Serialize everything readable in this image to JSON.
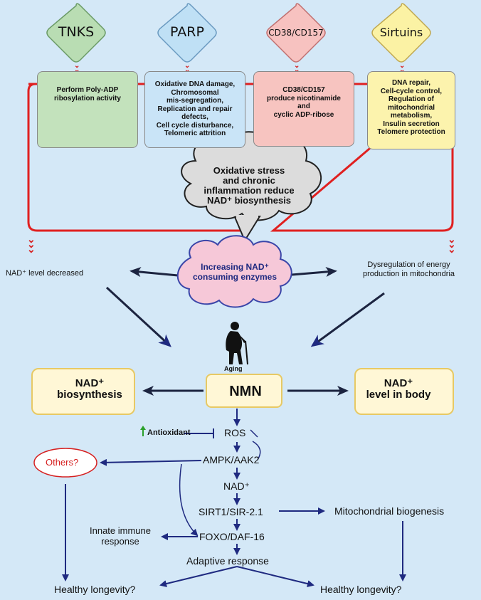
{
  "diamonds": [
    {
      "label": "TNKS",
      "fill": "#b9ddb3",
      "stroke": "#6a9a66"
    },
    {
      "label": "PARP",
      "fill": "#bfe0f5",
      "stroke": "#6a9ac0"
    },
    {
      "label": "CD38/CD157",
      "fill": "#f7c2c0",
      "stroke": "#c07070"
    },
    {
      "label": "Sirtuins",
      "fill": "#fbf2a4",
      "stroke": "#c0a850"
    }
  ],
  "boxes": [
    {
      "lines": [
        "Perform  Poly-ADP",
        "ribosylation  activity"
      ],
      "fill": "#c3e2bc"
    },
    {
      "lines": [
        "Oxidative DNA damage,",
        "Chromosomal",
        "mis-segregation,",
        "Replication and repair",
        "defects,",
        "Cell cycle disturbance,",
        "Telomeric attrition"
      ],
      "fill": "#c9e4f7"
    },
    {
      "lines": [
        "CD38/CD157",
        "produce nicotinamide",
        "and",
        "cyclic ADP-ribose"
      ],
      "fill": "#f7c4c0"
    },
    {
      "lines": [
        "DNA repair,",
        "Cell-cycle control,",
        "Regulation of",
        "mitochondrial",
        "metabolism,",
        "Insulin secretion",
        "Telomere protection"
      ],
      "fill": "#fcf3ad"
    }
  ],
  "cloud_gray": {
    "lines": [
      "Oxidative stress",
      "and chronic",
      "inflammation reduce",
      "NAD⁺ biosynthesis"
    ]
  },
  "cloud_pink": {
    "lines": [
      "Increasing NAD⁺",
      "consuming enzymes"
    ]
  },
  "left_text": "NAD⁺ level decreased",
  "right_text": [
    "Dysregulation of energy",
    "production in mitochondria"
  ],
  "aging_label": "Aging",
  "nmn": "NMN",
  "left_yellow": {
    "line1": "NAD⁺",
    "line2": "biosynthesis"
  },
  "right_yellow": {
    "line1": "NAD⁺",
    "line2": "level in body"
  },
  "pathway": {
    "antioxidant": "Antioxidant",
    "ros": "ROS",
    "ampk": "AMPK/AAK2",
    "nad": "NAD⁺",
    "sirt": "SIRT1/SIR-2.1",
    "foxo": "FOXO/DAF-16",
    "adaptive": "Adaptive response",
    "others": "Others?",
    "mito": "Mitochondrial biogenesis",
    "innate": [
      "Innate immune",
      "response"
    ],
    "healthy_left": "Healthy  longevity?",
    "healthy_right": "Healthy  longevity?"
  },
  "colors": {
    "background": "#d4e8f7",
    "frame_red": "#e02020",
    "arrow_navy": "#1f2a80",
    "up_green": "#2aa02a"
  }
}
